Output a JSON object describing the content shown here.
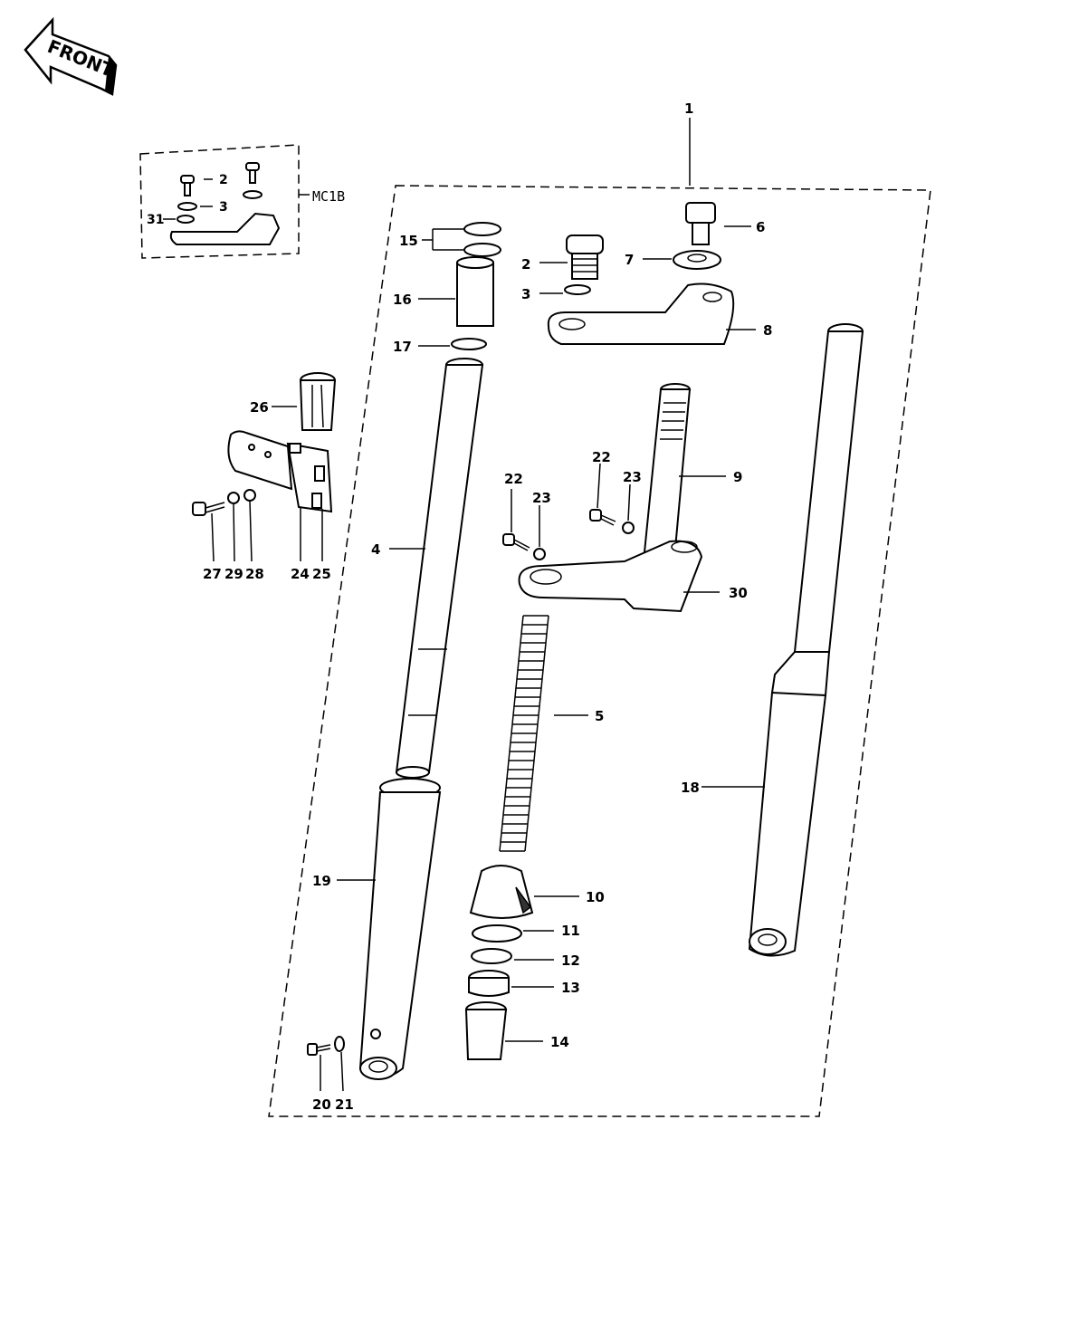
{
  "direction_badge": {
    "text": "FRONT"
  },
  "variant_box": {
    "label": "MC1B"
  },
  "callouts": {
    "c1": "1",
    "c2": "2",
    "c2b": "2",
    "c3": "3",
    "c3b": "3",
    "c4": "4",
    "c5": "5",
    "c6": "6",
    "c7": "7",
    "c8": "8",
    "c9": "9",
    "c10": "10",
    "c11": "11",
    "c12": "12",
    "c13": "13",
    "c14": "14",
    "c15": "15",
    "c16": "16",
    "c17": "17",
    "c18": "18",
    "c19": "19",
    "c20": "20",
    "c21": "21",
    "c22a": "22",
    "c22b": "22",
    "c23a": "23",
    "c23b": "23",
    "c24": "24",
    "c25": "25",
    "c26": "26",
    "c27": "27",
    "c28": "28",
    "c29": "29",
    "c30": "30",
    "c31": "31"
  }
}
